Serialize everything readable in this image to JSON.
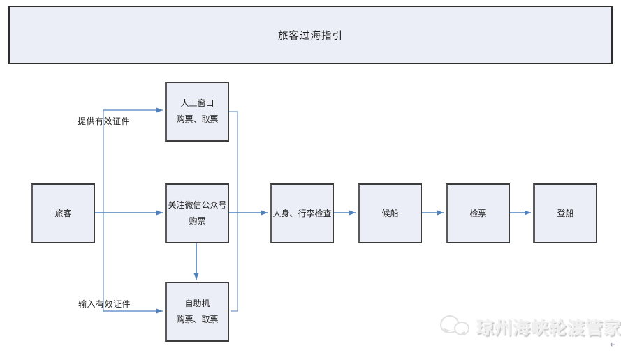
{
  "banner": {
    "title": "旅客过海指引"
  },
  "flowchart": {
    "nodes": {
      "passenger": {
        "label": "旅客"
      },
      "manual_window": {
        "line1": "人工窗口",
        "line2": "购票、取票"
      },
      "wechat_official": {
        "line1": "关注微信公众号",
        "line2": "购票"
      },
      "self_service": {
        "line1": "自助机",
        "line2": "购票、取票"
      },
      "security_check": {
        "label": "人身、行李检查"
      },
      "wait_ship": {
        "label": "候船"
      },
      "ticket_check": {
        "label": "检票"
      },
      "boarding": {
        "label": "登船"
      }
    },
    "edge_labels": {
      "provide_id": "提供有效证件",
      "enter_id": "输入有效证件"
    },
    "colors": {
      "arrow": "#4F81BD",
      "node_fill": "#EBEEF6",
      "node_border": "#3C3C3C"
    }
  },
  "watermark": {
    "logo": "chat-bubbles-icon",
    "text": "琼州海峡轮渡管家",
    "return_symbol": "↵"
  }
}
